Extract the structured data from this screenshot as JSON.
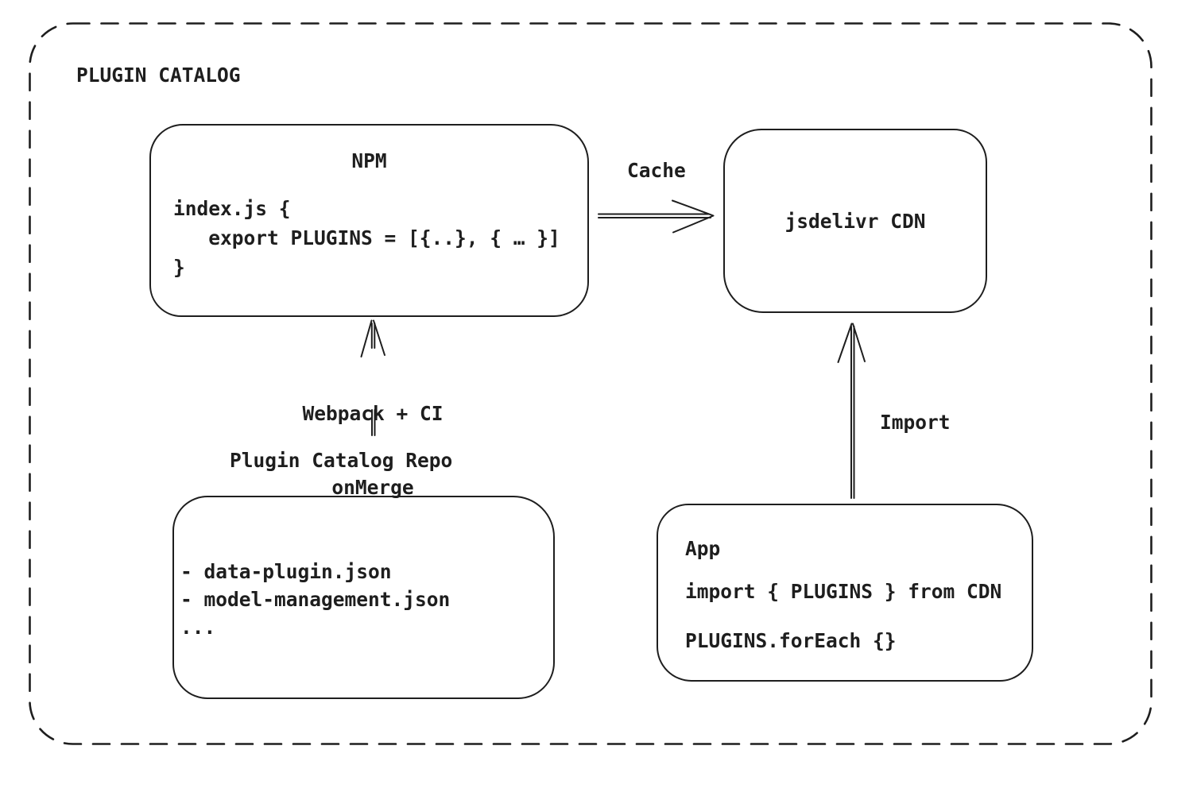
{
  "colors": {
    "stroke": "#1e1e1e",
    "background": "#ffffff"
  },
  "frame": {
    "title": "PLUGIN CATALOG"
  },
  "nodes": {
    "npm": {
      "title": "NPM",
      "code": [
        "index.js {",
        "   export PLUGINS = [{..}, { … }]",
        "}"
      ]
    },
    "cdn": {
      "label": "jsdelivr CDN"
    },
    "repo": {
      "heading": "Plugin Catalog Repo",
      "files": [
        "- data-plugin.json",
        "- model-management.json",
        "..."
      ]
    },
    "app": {
      "title": "App",
      "code": [
        "import { PLUGINS } from CDN",
        "PLUGINS.forEach {}"
      ]
    }
  },
  "edges": {
    "cache": {
      "label": "Cache",
      "from": "NPM",
      "to": "jsdelivr CDN"
    },
    "build": {
      "label_line1": "Webpack + CI",
      "label_line2": "onMerge",
      "from": "Plugin Catalog Repo",
      "to": "NPM"
    },
    "import": {
      "label": "Import",
      "from": "App",
      "to": "jsdelivr CDN"
    }
  }
}
